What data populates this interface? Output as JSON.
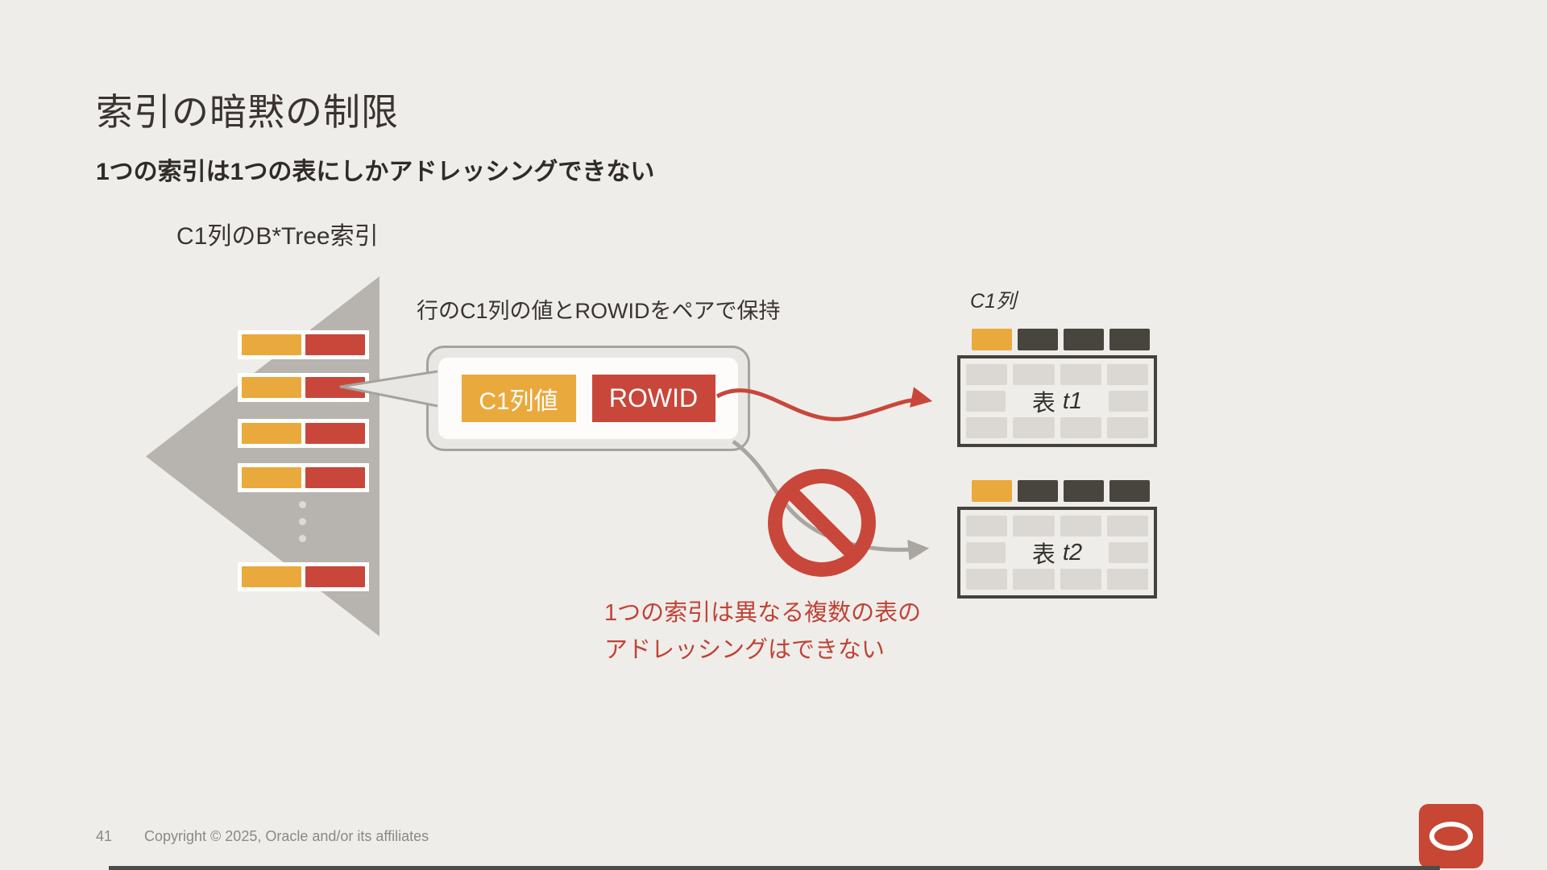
{
  "slide": {
    "title": "索引の暗黙の制限",
    "subtitle": "1つの索引は1つの表にしかアドレッシングできない",
    "btree_label": "C1列のB*Tree索引",
    "pair_caption": "行のC1列の値とROWIDをペアで保持",
    "pair": {
      "c1_value": "C1列値",
      "rowid": "ROWID"
    },
    "tables": {
      "column_label": "C1列",
      "t1_kanji": "表",
      "t1_id": "t1",
      "t2_kanji": "表",
      "t2_id": "t2"
    },
    "warning": {
      "line1": "1つの索引は異なる複数の表の",
      "line2": "アドレッシングはできない"
    },
    "footer": {
      "page_number": "41",
      "copyright": "Copyright © 2025, Oracle and/or its affiliates"
    }
  },
  "icons": {
    "prohibition": "no-entry-sign",
    "logo": "oracle-logo"
  },
  "colors": {
    "background": "#efedea",
    "orange": "#eaa93c",
    "red": "#c8473a",
    "brand_red": "#c74634",
    "dark_cell": "#48443e",
    "light_cell": "#dbd8d3",
    "triangle_gray": "#b7b4b0",
    "callout_border": "#a6a29d",
    "warning_text": "#bf4336",
    "footer_text": "#8c8882"
  }
}
